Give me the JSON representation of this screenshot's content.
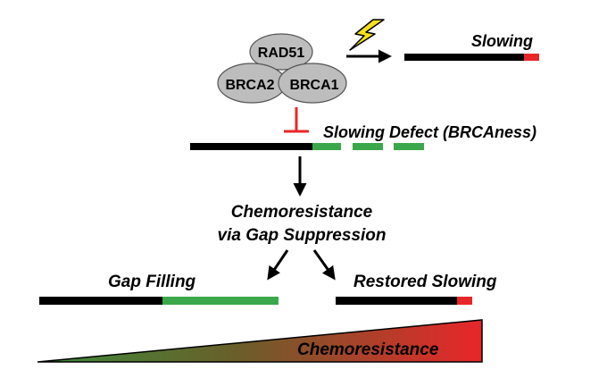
{
  "proteins": {
    "rad51": "RAD51",
    "brca2": "BRCA2",
    "brca1": "BRCA1"
  },
  "labels": {
    "slowing": "Slowing",
    "slowing_defect": "Slowing Defect (BRCAness)",
    "chemoresistance_line1": "Chemoresistance",
    "chemoresistance_line2": "via Gap Suppression",
    "gap_filling": "Gap Filling",
    "restored_slowing": "Restored Slowing",
    "gradient_label": "Chemoresistance"
  },
  "colors": {
    "replication_track": "#000000",
    "slowed_fork": "#e8262a",
    "gap": "#3aa84a",
    "protein_fill": "#bdbdbd",
    "inhibition": "#e8262a",
    "lightning": "#f5e11a",
    "gradient_start": "#3c8c3c",
    "gradient_end": "#e8262a"
  },
  "icons": {
    "damage": "lightning-bolt-icon",
    "inhibition": "t-bar-inhibition-icon"
  }
}
